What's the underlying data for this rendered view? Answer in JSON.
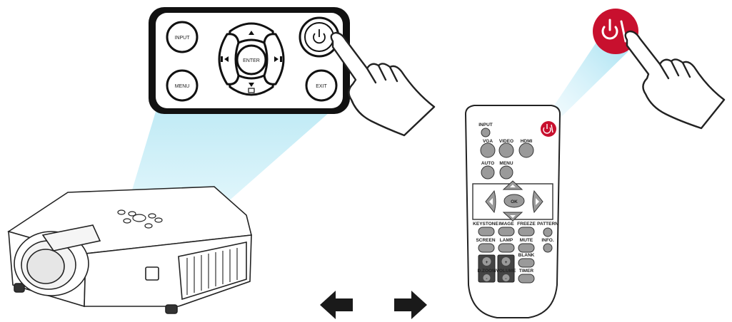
{
  "panel": {
    "input_label": "INPUT",
    "menu_label": "MENU",
    "enter_label": "ENTER",
    "exit_label": "EXIT"
  },
  "remote": {
    "input_label": "INPUT",
    "vga_label": "VGA",
    "video_label": "VIDEO",
    "hdmi_label": "HDMI",
    "auto_label": "AUTO",
    "menu_label": "MENU",
    "ok_label": "OK",
    "keystone_label": "KEYSTONE",
    "image_label": "IMAGE",
    "freeze_label": "FREEZE",
    "pattern_label": "PATTERN",
    "screen_label": "SCREEN",
    "lamp_label": "LAMP",
    "mute_label": "MUTE",
    "info_label": "INFO.",
    "blank_label": "BLANK",
    "dzoom_label": "D.ZOOM",
    "volume_label": "VOLUME",
    "timer_label": "TIMER",
    "plus": "+",
    "minus": "-"
  },
  "icons": {
    "power": "power-icon",
    "left_arrow": "arrow-left-icon",
    "right_arrow": "arrow-right-icon",
    "hand": "pointing-hand-icon"
  },
  "colors": {
    "beam": "#bfeaf5",
    "power_red": "#c8102e",
    "button_gray": "#9a9a9a",
    "panel_black": "#111111"
  }
}
